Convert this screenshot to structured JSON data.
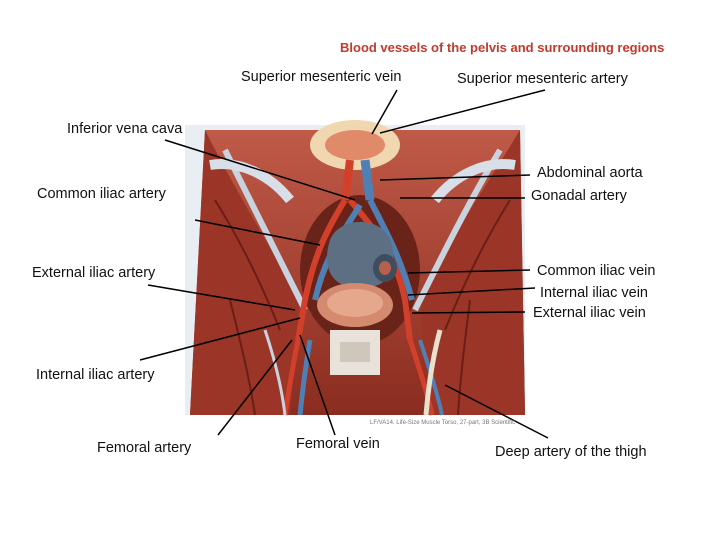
{
  "header": {
    "title": "Blood vessels of the pelvis and surrounding regions"
  },
  "labels": {
    "superior_mesenteric_vein": "Superior mesenteric vein",
    "superior_mesenteric_artery": "Superior mesenteric artery",
    "inferior_vena_cava": "Inferior vena cava",
    "abdominal_aorta": "Abdominal aorta",
    "common_iliac_artery": "Common iliac artery",
    "gonadal_artery": "Gonadal artery",
    "external_iliac_artery": "External iliac artery",
    "common_iliac_vein": "Common iliac vein",
    "internal_iliac_vein": "Internal iliac vein",
    "external_iliac_vein": "External iliac vein",
    "internal_iliac_artery": "Internal iliac artery",
    "femoral_artery": "Femoral artery",
    "femoral_vein": "Femoral vein",
    "deep_artery_of_the_thigh": "Deep artery of the thigh"
  },
  "credit": "LF/VA14. Life-Size Muscle Torso, 27-part, 3B Scientific",
  "colors": {
    "muscle": "#a8392c",
    "muscle_dark": "#7a2219",
    "fascia": "#c9d3df",
    "vein": "#4f7fb3",
    "artery": "#d2402b",
    "bladder": "#5d6f82",
    "title": "#c23a2c"
  }
}
